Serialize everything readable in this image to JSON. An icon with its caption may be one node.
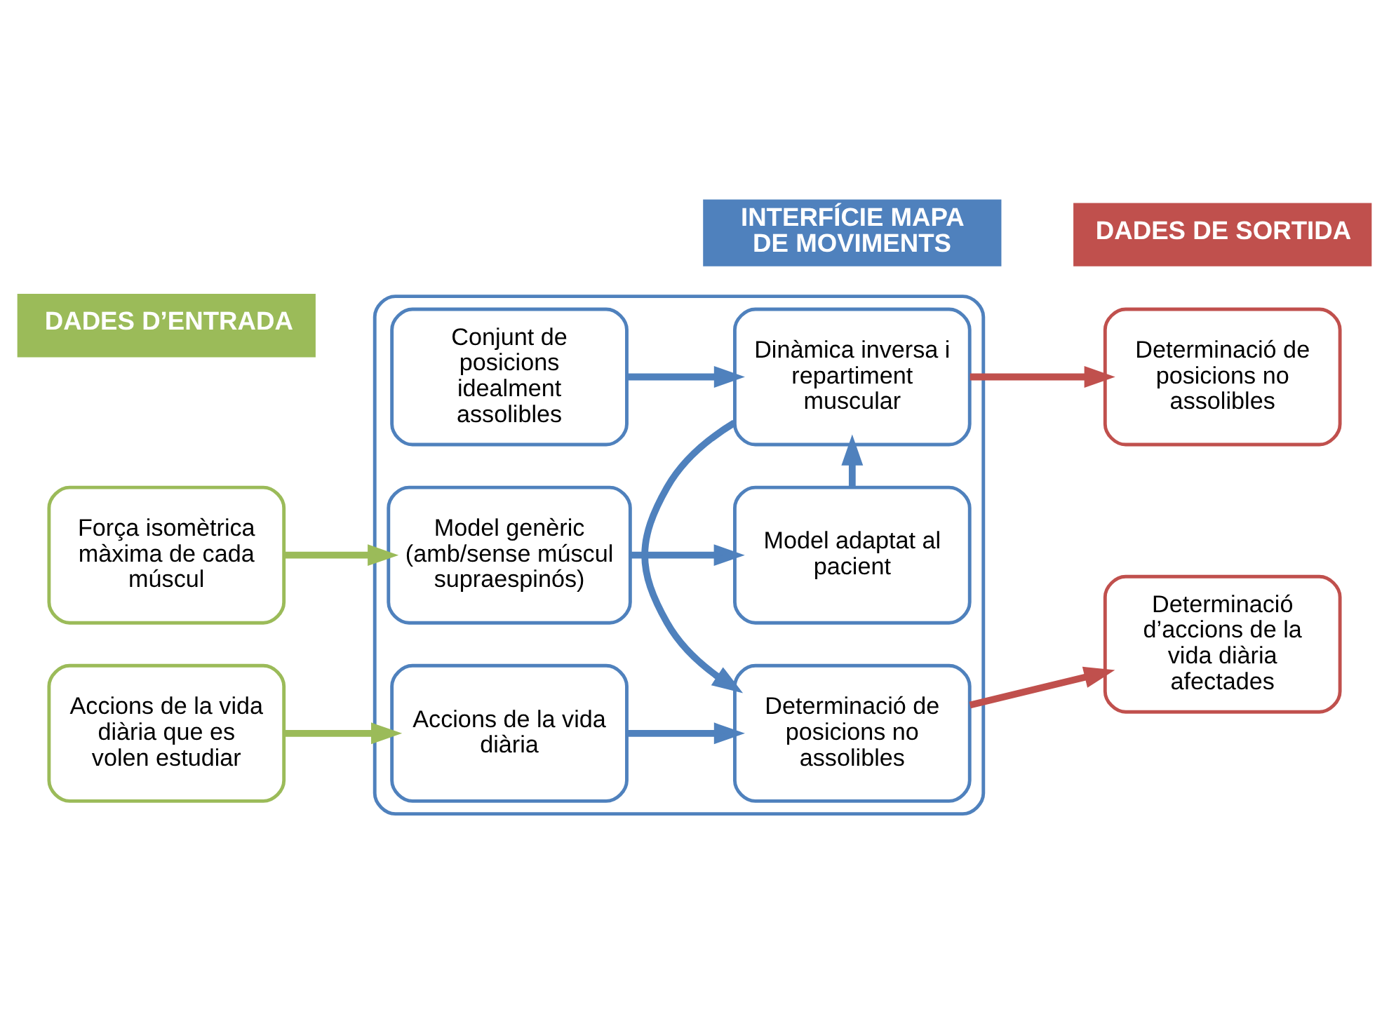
{
  "diagram": {
    "nodes": [
      {
        "text": [
          "DADES D’ENTRADA"
        ]
      },
      {
        "text": [
          "INTERFÍCIE MAPA DE MOVIMENTS"
        ]
      },
      {
        "text": [
          "DADES DE SORTIDA"
        ]
      },
      {
        "text": [],
        "shape": "box"
      },
      {
        "text": [
          "Força isomètrica màxima de cada múscul"
        ]
      },
      {
        "text": [
          "Model genèric (amb/sense múscul supraespinós)"
        ],
        "in": 3
      },
      {
        "text": [
          "Model adaptat al pacient"
        ],
        "in": 3
      },
      {
        "text": [
          "Conjunt de posicions idealment assolibles"
        ],
        "in": 3
      },
      {
        "text": [
          "Dinàmica inversa i repartiment muscular"
        ],
        "in": 3
      },
      {
        "text": [
          "Determinació de posicions no assolibles"
        ]
      },
      {
        "text": [
          "Accions de la vida diària que es volen estudiar"
        ]
      },
      {
        "text": [
          "Accions de la vida diària"
        ],
        "in": 3
      },
      {
        "text": [
          "Determinació de posicions no assolibles"
        ],
        "in": 3
      },
      {
        "text": [
          "Determinació d’accions de la vida diària afectades"
        ]
      }
    ],
    "edges": [
      {
        "from": 4,
        "to": 5,
        "arrow": "to",
        "color": "#9bbb59"
      },
      {
        "from": 5,
        "to": 6,
        "arrow": "to"
      },
      {
        "from": 6,
        "to": 8,
        "arrow": "to"
      },
      {
        "from": 7,
        "to": 8,
        "arrow": "to"
      },
      {
        "from": 8,
        "to": 9,
        "arrow": "to",
        "color": "#c0504d"
      },
      {
        "from": 8,
        "to": 12,
        "arrow": "to"
      },
      {
        "from": 10,
        "to": 11,
        "arrow": "to",
        "color": "#9bbb59"
      },
      {
        "from": 11,
        "to": 12,
        "arrow": "to"
      },
      {
        "from": 12,
        "to": 13,
        "arrow": "to",
        "color": "#c0504d"
      }
    ]
  }
}
